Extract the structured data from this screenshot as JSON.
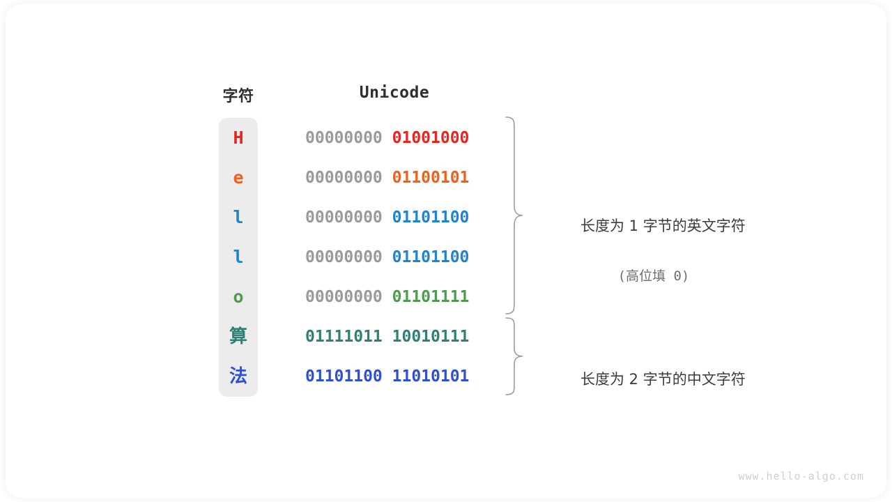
{
  "watermark": "www.hello-algo.com",
  "headers": {
    "char": "字符",
    "unicode": "Unicode"
  },
  "colors": {
    "char_column_bg": "#ececec",
    "high_bits": "#9a9a9a",
    "brace": "#9b9b9b",
    "annotation_text": "#3c3c3c",
    "watermark": "#cfcfcf",
    "red": "#e8251f",
    "orange": "#f0601a",
    "blue": "#2083d1",
    "green": "#4e9a4e",
    "teal": "#2f7f72",
    "indigo": "#2f4fd0"
  },
  "rows": [
    {
      "char": "H",
      "high": "00000000 ",
      "low": "01001000",
      "color": "#e8251f",
      "cjk": false,
      "high_gray": true
    },
    {
      "char": "e",
      "high": "00000000 ",
      "low": "01100101",
      "color": "#f0601a",
      "cjk": false,
      "high_gray": true
    },
    {
      "char": "l",
      "high": "00000000 ",
      "low": "01101100",
      "color": "#2083d1",
      "cjk": false,
      "high_gray": true
    },
    {
      "char": "l",
      "high": "00000000 ",
      "low": "01101100",
      "color": "#2083d1",
      "cjk": false,
      "high_gray": true
    },
    {
      "char": "o",
      "high": "00000000 ",
      "low": "01101111",
      "color": "#4e9a4e",
      "cjk": false,
      "high_gray": true
    },
    {
      "char": "算",
      "high": "01111011 ",
      "low": "10010111",
      "color": "#2f7f72",
      "cjk": true,
      "high_gray": false
    },
    {
      "char": "法",
      "high": "01101100 ",
      "low": "11010101",
      "color": "#2f4fd0",
      "cjk": true,
      "high_gray": false
    }
  ],
  "annotations": {
    "english_main": "长度为 1 字节的英文字符",
    "english_sub": "(高位填 0)",
    "chinese_main": "长度为 2 字节的中文字符"
  }
}
